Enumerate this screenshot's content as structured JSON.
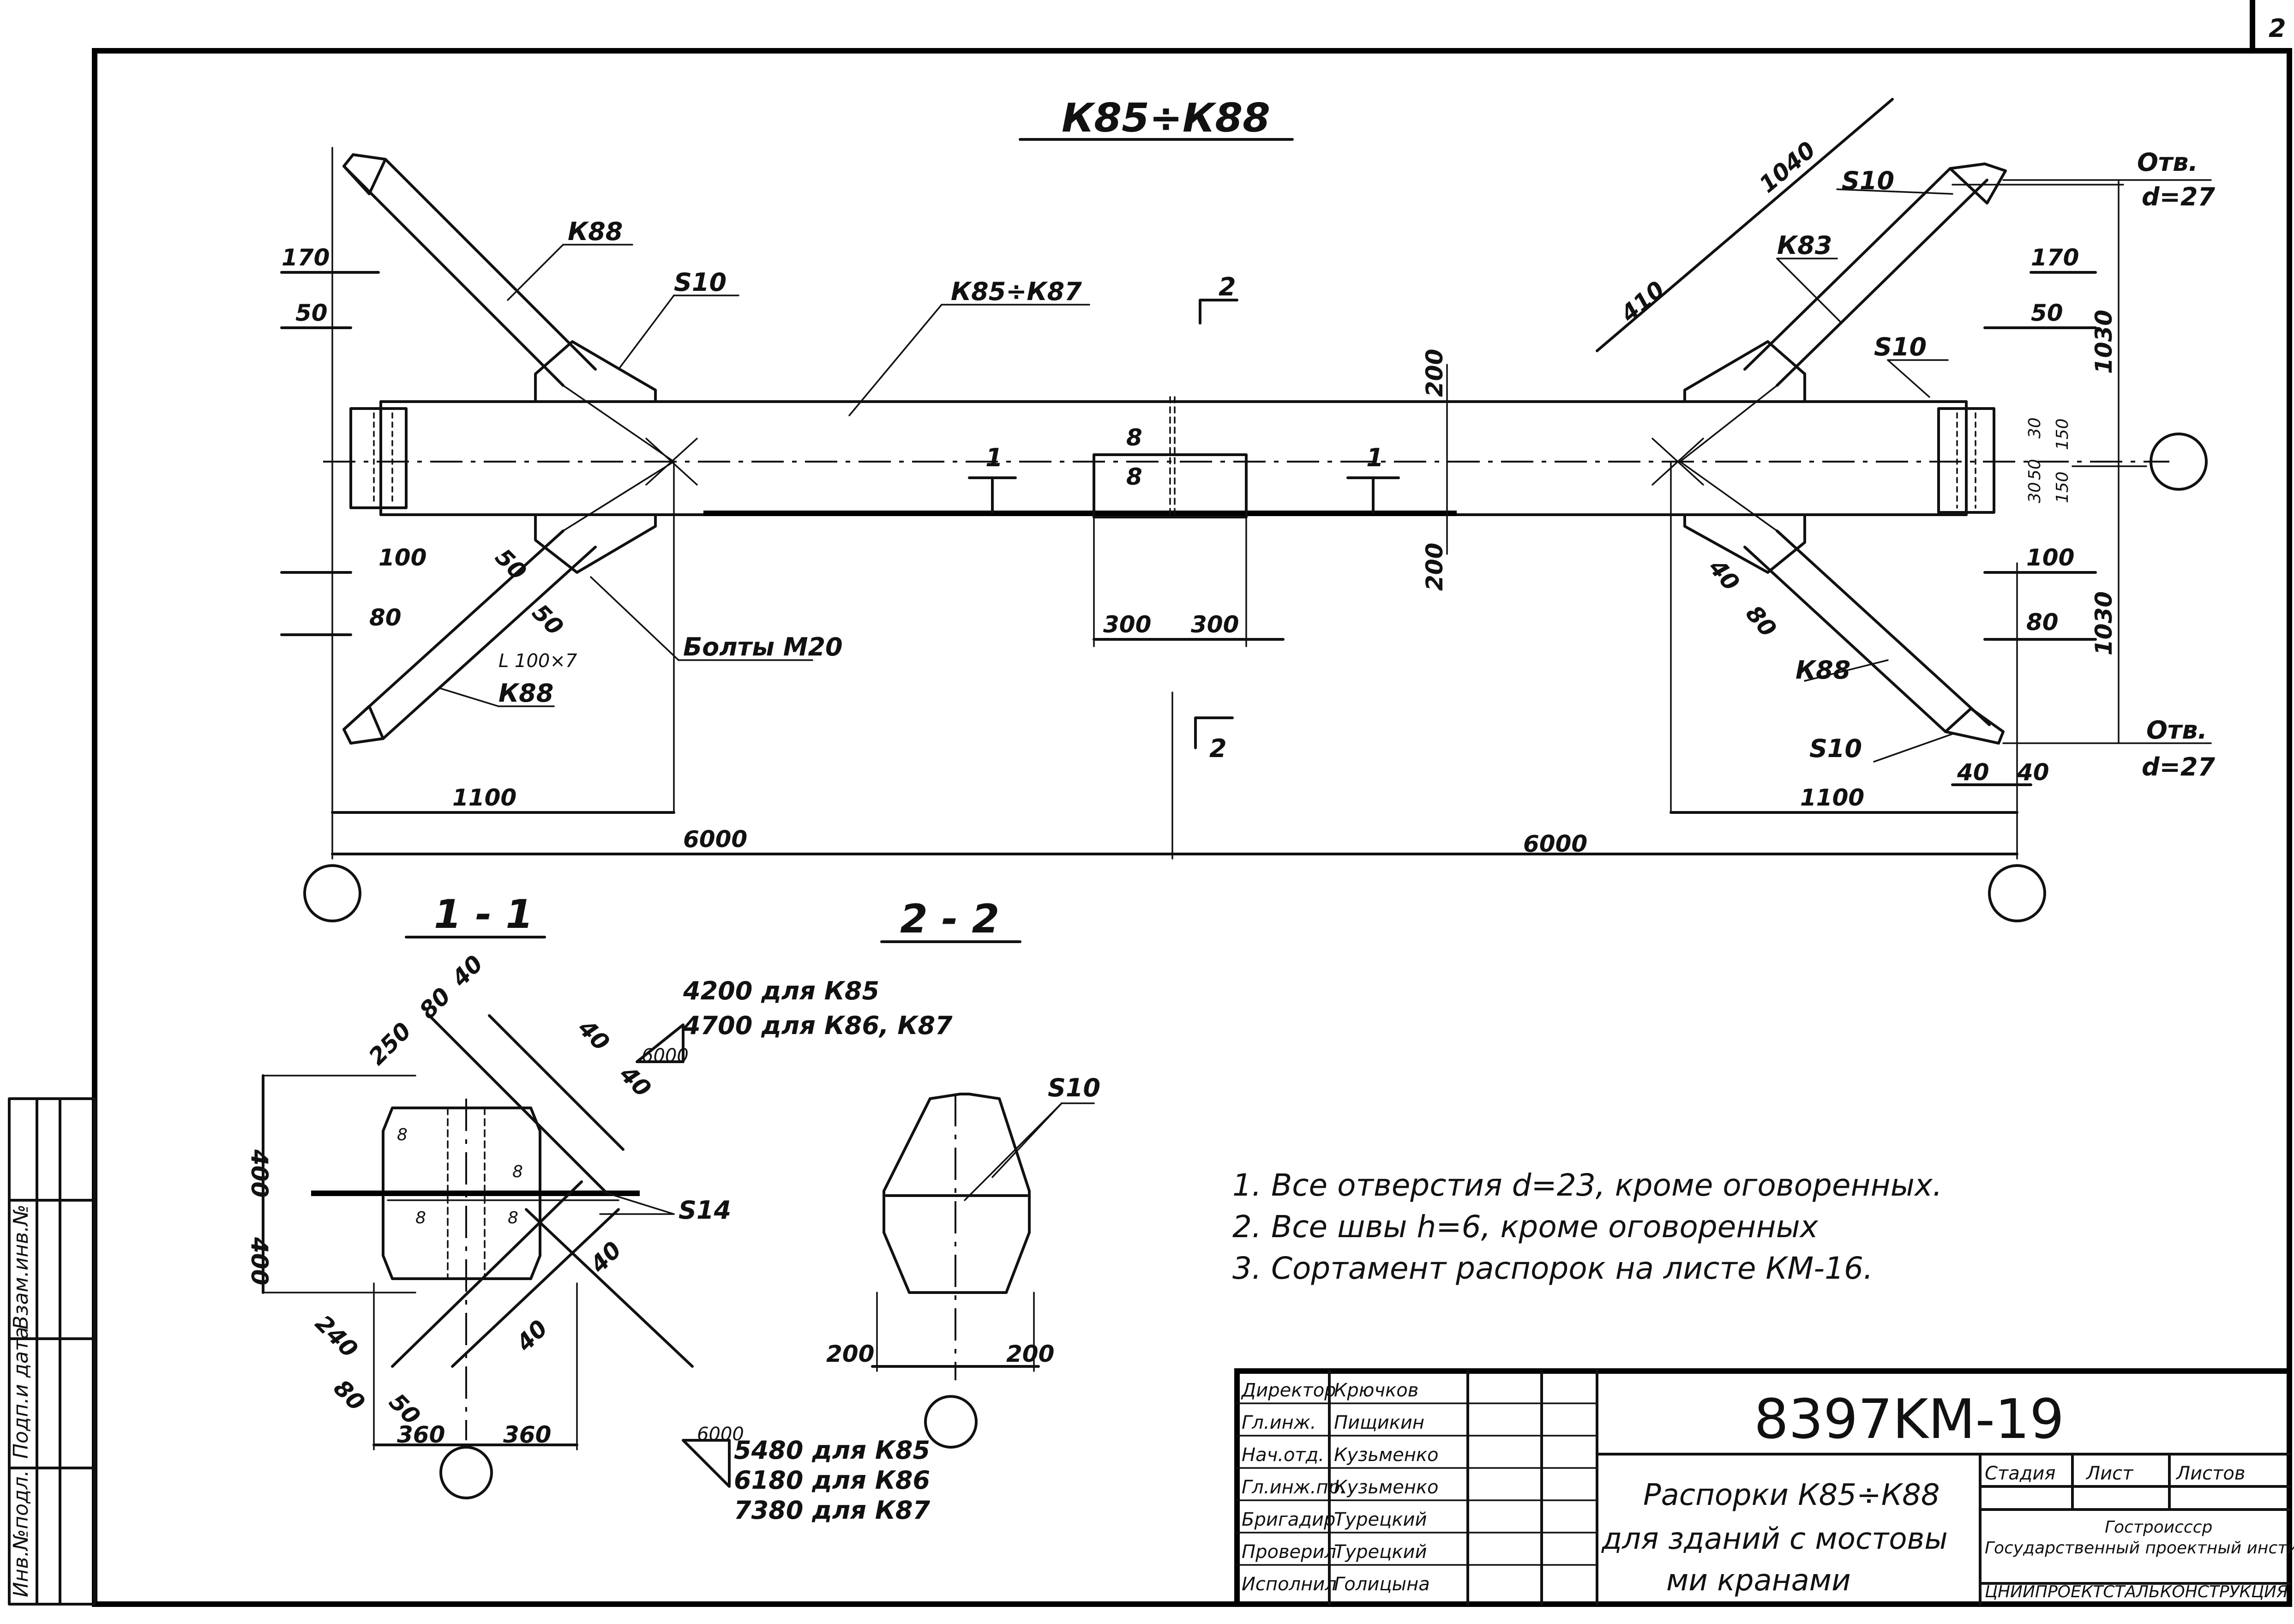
{
  "title_block": {
    "document_code": "8397KM-19",
    "title_lines": [
      "Распорки К85÷К88",
      "для зданий с мостовы",
      "ми кранами"
    ],
    "stage_label": "Стадия",
    "sheet_label": "Лист",
    "sheets_label": "Листов",
    "org_line1": "Гостроиссср",
    "org_line2": "Государственный проектный институт",
    "org_line3": "ЦНИИПРОЕКТСТАЛЬКОНСТРУКЦИЯ",
    "signatures": [
      {
        "role": "Директор",
        "name": "Крючков"
      },
      {
        "role": "Гл.инж.",
        "name": "Пищикин"
      },
      {
        "role": "Нач.отд.",
        "name": "Кузьменко"
      },
      {
        "role": "Гл.инж.пр.",
        "name": "Кузьменко"
      },
      {
        "role": "Бригадир",
        "name": "Турецкий"
      },
      {
        "role": "Проверил",
        "name": "Турецкий"
      },
      {
        "role": "Исполнил",
        "name": "Голицына"
      }
    ]
  },
  "sheet_number": "2",
  "side_stamp": [
    "Инв.№подл.",
    "Подп.и дата",
    "Взам.инв.№"
  ],
  "main_view": {
    "heading": "К85÷К88",
    "labels": {
      "k88_a": "К88",
      "k88_b": "К88",
      "k88_c": "К83",
      "k88_d": "К88",
      "k85_k87": "К85÷К87",
      "s10_a": "S10",
      "s10_b": "S10",
      "s10_c": "S10",
      "s10_d": "S10",
      "bolts": "Болты М20",
      "angle": "L 100×7",
      "otm_top": "Отв.",
      "d_top": "d=27",
      "otm_bot": "Отв.",
      "d_bot": "d=27",
      "sec_mark": "2",
      "sec_mark_b": "2",
      "cut_mark_a": "1",
      "cut_mark_b": "1"
    },
    "dims": {
      "d170": "170",
      "d50": "50",
      "d100": "100",
      "d80": "80",
      "d1100_l": "1100",
      "d6000_l": "6000",
      "d6000_r": "6000",
      "d300_a": "300",
      "d300_b": "300",
      "d200_top": "200",
      "d200_bot": "200",
      "d8_a": "8",
      "d8_b": "8",
      "d1040": "1040",
      "d410": "410",
      "d1030_a": "1030",
      "d1030_b": "1030",
      "d170_r": "170",
      "d50_r": "50",
      "d100_r": "100",
      "d80_r": "80",
      "d1100_r": "1100",
      "d40_a": "40",
      "d40_b": "40",
      "d40_c": "40",
      "d80_c": "80",
      "d50_c": "50",
      "d50_d": "50",
      "d30_a": "30",
      "d30_b": "30",
      "d150": "150",
      "d150_b": "150",
      "d50_r2": "50"
    }
  },
  "section_1": {
    "heading": "1 - 1",
    "labels": {
      "s14": "S14",
      "d6000": "6000"
    },
    "lengths": [
      "4200 для К85",
      "4700 для К86, К87"
    ],
    "dims": {
      "d250": "250",
      "d80": "80",
      "d40_top": "40",
      "d40_a": "40",
      "d40_b": "40",
      "d40_c": "40",
      "d40_d": "40",
      "d400_top": "400",
      "d400_bot": "400",
      "d240": "240",
      "d80b": "80",
      "d50": "50",
      "d360_l": "360",
      "d360_r": "360",
      "d8_a": "8",
      "d8_b": "8",
      "d8_c": "8",
      "d8_d": "8"
    }
  },
  "section_2": {
    "heading": "2 - 2",
    "labels": {
      "s10": "S10"
    },
    "dims": {
      "d200_l": "200",
      "d200_r": "200"
    }
  },
  "bottom_lengths": {
    "base": "6000",
    "items": [
      "5480 для К85",
      "6180 для К86",
      "7380 для К87"
    ]
  },
  "notes": [
    "1. Все отверстия d=23, кроме оговоренных.",
    "2. Все швы h=6, кроме оговоренных",
    "3. Сортамент распорок на листе КМ-16."
  ]
}
